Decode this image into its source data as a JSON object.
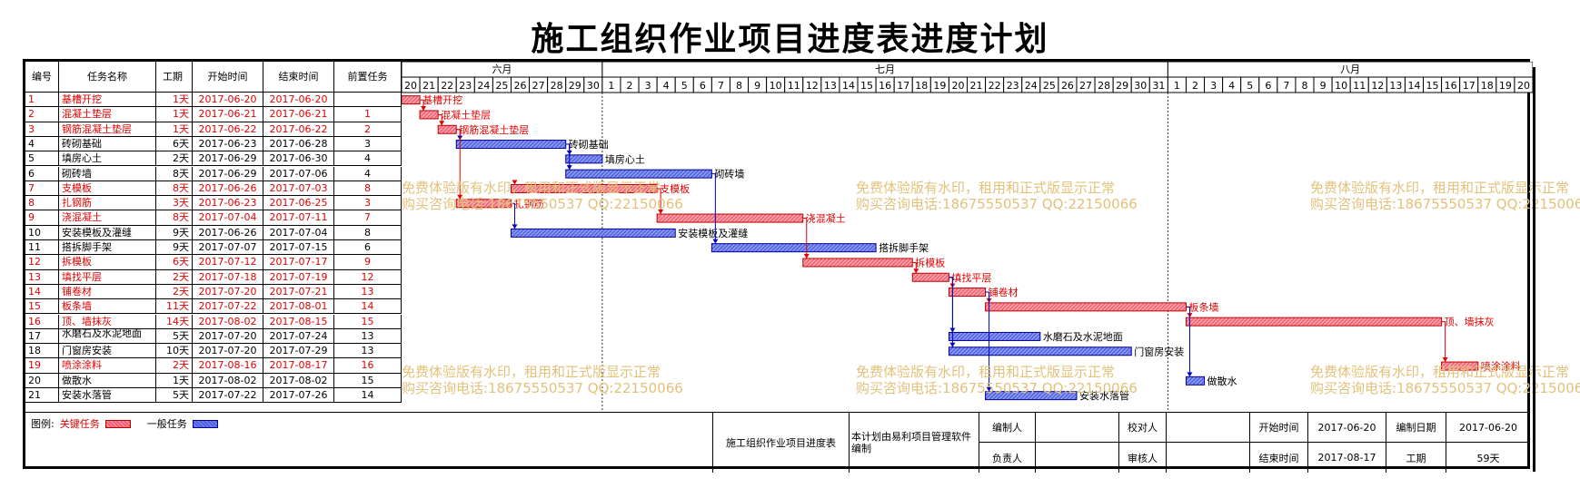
{
  "title": "施工组织作业项目进度表进度计划",
  "headers": {
    "id": "编号",
    "name": "任务名称",
    "dur": "工期",
    "start": "开始时间",
    "end": "结束时间",
    "pred": "前置任务"
  },
  "months": [
    {
      "label": "六月",
      "days": [
        20,
        21,
        22,
        23,
        24,
        25,
        26,
        27,
        28,
        29,
        30
      ]
    },
    {
      "label": "七月",
      "days": [
        1,
        2,
        3,
        4,
        5,
        6,
        7,
        8,
        9,
        10,
        11,
        12,
        13,
        14,
        15,
        16,
        17,
        18,
        19,
        20,
        21,
        22,
        23,
        24,
        25,
        26,
        27,
        28,
        29,
        30,
        31
      ]
    },
    {
      "label": "八月",
      "days": [
        1,
        2,
        3,
        4,
        5,
        6,
        7,
        8,
        9,
        10,
        11,
        12,
        13,
        14,
        15,
        16,
        17,
        18,
        19,
        20
      ]
    }
  ],
  "tasks": [
    {
      "id": "1",
      "name": "基槽开挖",
      "dur": "1天",
      "start": "2017-06-20",
      "end": "2017-06-20",
      "pred": "",
      "critical": true,
      "s": 0,
      "d": 1,
      "label": "基槽开挖"
    },
    {
      "id": "2",
      "name": "混凝土垫层",
      "dur": "1天",
      "start": "2017-06-21",
      "end": "2017-06-21",
      "pred": "1",
      "critical": true,
      "s": 1,
      "d": 1,
      "label": "混凝土垫层"
    },
    {
      "id": "3",
      "name": "钢筋混凝土垫层",
      "dur": "1天",
      "start": "2017-06-22",
      "end": "2017-06-22",
      "pred": "2",
      "critical": true,
      "s": 2,
      "d": 1,
      "label": "钢筋混凝土垫层"
    },
    {
      "id": "4",
      "name": "砖砌基础",
      "dur": "6天",
      "start": "2017-06-23",
      "end": "2017-06-28",
      "pred": "3",
      "critical": false,
      "s": 3,
      "d": 6,
      "label": "砖砌基础"
    },
    {
      "id": "5",
      "name": "填房心土",
      "dur": "2天",
      "start": "2017-06-29",
      "end": "2017-06-30",
      "pred": "4",
      "critical": false,
      "s": 9,
      "d": 2,
      "label": "填房心土"
    },
    {
      "id": "6",
      "name": "砌砖墙",
      "dur": "8天",
      "start": "2017-06-29",
      "end": "2017-07-06",
      "pred": "4",
      "critical": false,
      "s": 9,
      "d": 8,
      "label": "砌砖墙"
    },
    {
      "id": "7",
      "name": "支模板",
      "dur": "8天",
      "start": "2017-06-26",
      "end": "2017-07-03",
      "pred": "8",
      "critical": true,
      "s": 6,
      "d": 8,
      "label": "支模板"
    },
    {
      "id": "8",
      "name": "扎钢筋",
      "dur": "3天",
      "start": "2017-06-23",
      "end": "2017-06-25",
      "pred": "3",
      "critical": true,
      "s": 3,
      "d": 3,
      "label": "扎钢筋"
    },
    {
      "id": "9",
      "name": "浇混凝土",
      "dur": "8天",
      "start": "2017-07-04",
      "end": "2017-07-11",
      "pred": "7",
      "critical": true,
      "s": 14,
      "d": 8,
      "label": "浇混凝土"
    },
    {
      "id": "10",
      "name": "安装模板及灌缝",
      "dur": "9天",
      "start": "2017-06-26",
      "end": "2017-07-04",
      "pred": "8",
      "critical": false,
      "s": 6,
      "d": 9,
      "label": "安装模板及灌缝"
    },
    {
      "id": "11",
      "name": "搭拆脚手架",
      "dur": "9天",
      "start": "2017-07-07",
      "end": "2017-07-15",
      "pred": "6",
      "critical": false,
      "s": 17,
      "d": 9,
      "label": "搭拆脚手架"
    },
    {
      "id": "12",
      "name": "拆模板",
      "dur": "6天",
      "start": "2017-07-12",
      "end": "2017-07-17",
      "pred": "9",
      "critical": true,
      "s": 22,
      "d": 6,
      "label": "拆模板"
    },
    {
      "id": "13",
      "name": "填找平层",
      "dur": "2天",
      "start": "2017-07-18",
      "end": "2017-07-19",
      "pred": "12",
      "critical": true,
      "s": 28,
      "d": 2,
      "label": "填找平层"
    },
    {
      "id": "14",
      "name": "铺卷材",
      "dur": "2天",
      "start": "2017-07-20",
      "end": "2017-07-21",
      "pred": "13",
      "critical": true,
      "s": 30,
      "d": 2,
      "label": "铺卷材"
    },
    {
      "id": "15",
      "name": "板条墙",
      "dur": "11天",
      "start": "2017-07-22",
      "end": "2017-08-01",
      "pred": "14",
      "critical": true,
      "s": 32,
      "d": 11,
      "label": "板条墙"
    },
    {
      "id": "16",
      "name": "顶、墙抹灰",
      "dur": "14天",
      "start": "2017-08-02",
      "end": "2017-08-15",
      "pred": "15",
      "critical": true,
      "s": 43,
      "d": 14,
      "label": "顶、墙抹灰"
    },
    {
      "id": "17",
      "name": "水磨石及水泥地面",
      "dur": "5天",
      "start": "2017-07-20",
      "end": "2017-07-24",
      "pred": "13",
      "critical": false,
      "s": 30,
      "d": 5,
      "label": "水磨石及水泥地面"
    },
    {
      "id": "18",
      "name": "门窗房安装",
      "dur": "10天",
      "start": "2017-07-20",
      "end": "2017-07-29",
      "pred": "13",
      "critical": false,
      "s": 30,
      "d": 10,
      "label": "门窗房安装"
    },
    {
      "id": "19",
      "name": "喷涂涂料",
      "dur": "2天",
      "start": "2017-08-16",
      "end": "2017-08-17",
      "pred": "16",
      "critical": true,
      "s": 57,
      "d": 2,
      "label": "喷涂涂料"
    },
    {
      "id": "20",
      "name": "做散水",
      "dur": "1天",
      "start": "2017-08-02",
      "end": "2017-08-02",
      "pred": "15",
      "critical": false,
      "s": 43,
      "d": 1,
      "label": "做散水"
    },
    {
      "id": "21",
      "name": "安装水落管",
      "dur": "5天",
      "start": "2017-07-22",
      "end": "2017-07-26",
      "pred": "14",
      "critical": false,
      "s": 32,
      "d": 5,
      "label": "安装水落管"
    }
  ],
  "legend": {
    "label": "图例:",
    "critical": "关键任务",
    "normal": "一般任务"
  },
  "footer": {
    "project": "施工组织作业项目进度表",
    "software": "本计划由易利项目管理软件编制",
    "made_by": "编制人",
    "checker": "校对人",
    "owner": "负责人",
    "reviewer": "审核人",
    "start_label": "开始时间",
    "start_value": "2017-06-20",
    "date_label": "编制日期",
    "date_value": "2017-06-20",
    "end_label": "结束时间",
    "end_value": "2017-08-17",
    "dur_label": "工期",
    "dur_value": "59天"
  },
  "watermark": {
    "line1": "免费体验版有水印，租用和正式版显示正常",
    "line2": "购买咨询电话:18675550537 QQ:22150066"
  },
  "colors": {
    "critical": "#f06070",
    "normal": "#5060e0",
    "criticalText": "#e00000"
  }
}
